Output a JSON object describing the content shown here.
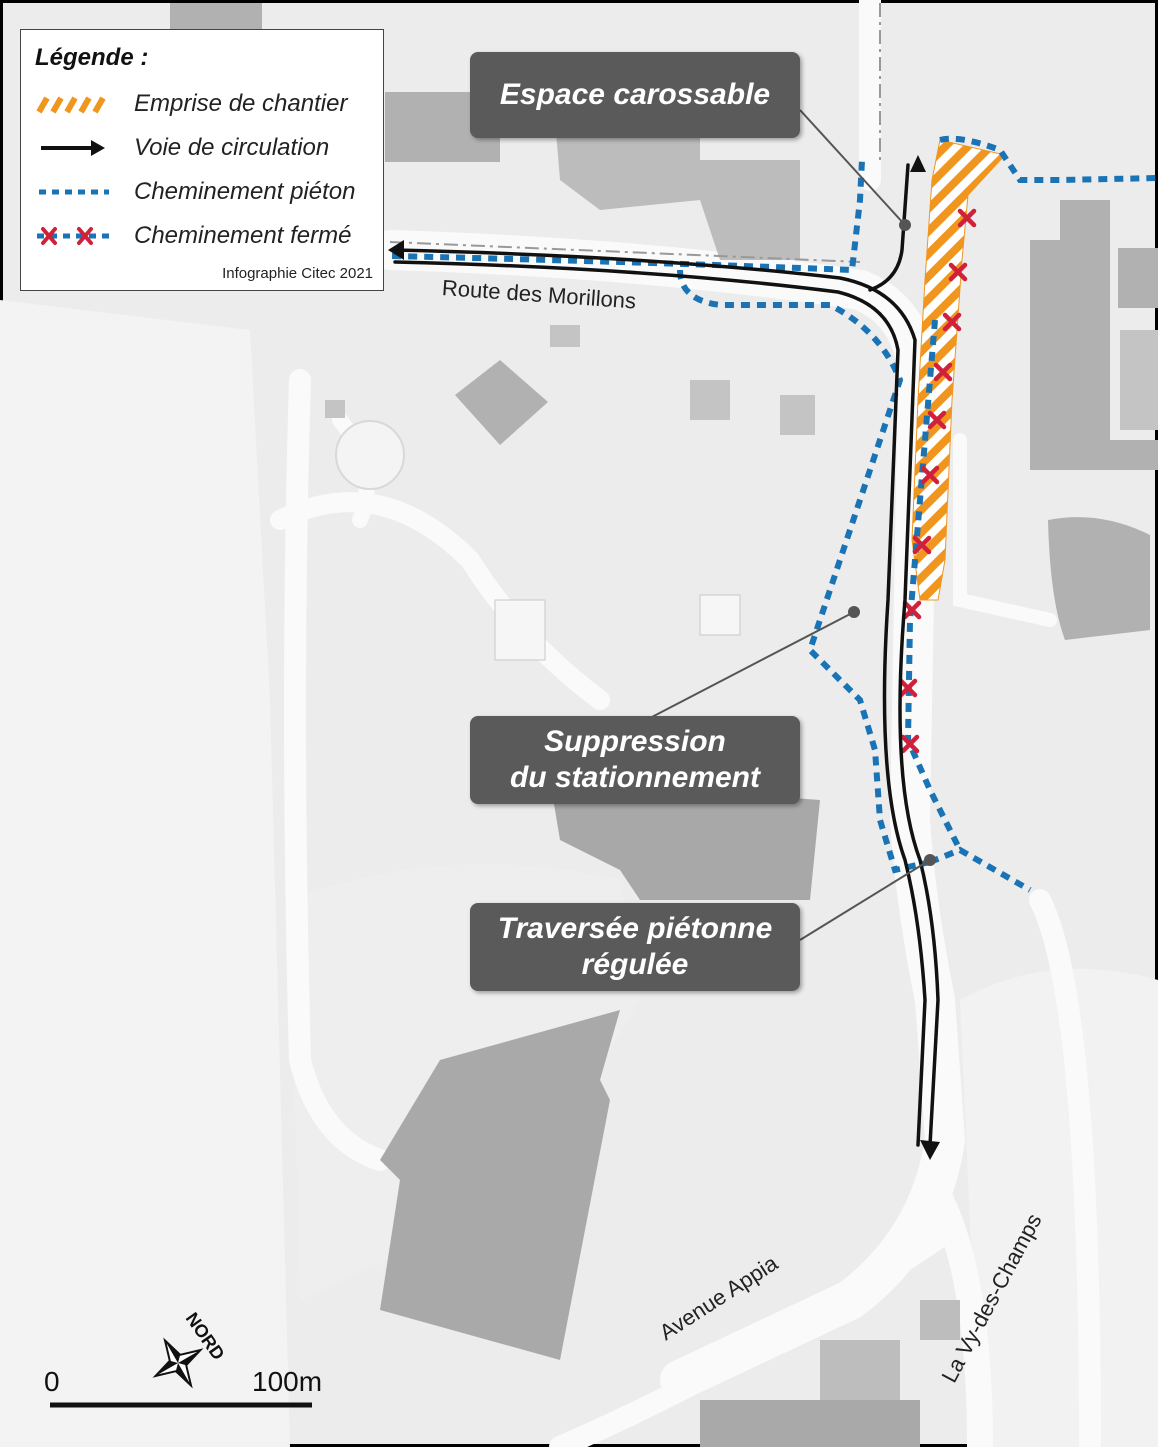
{
  "legend": {
    "title": "Légende :",
    "items": [
      {
        "label": "Emprise de chantier",
        "symbol": "orange-hatch-icon",
        "color": "#f0961e"
      },
      {
        "label": "Voie de circulation",
        "symbol": "black-arrow-icon",
        "color": "#111111"
      },
      {
        "label": "Cheminement piéton",
        "symbol": "blue-dotted-line-icon",
        "color": "#1a73b5"
      },
      {
        "label": "Cheminement fermé",
        "symbol": "red-cross-line-icon",
        "color": "#d0203a"
      }
    ],
    "credit": "Infographie Citec 2021"
  },
  "callouts": {
    "espace": "Espace carossable",
    "suppression": [
      "Suppression",
      "du stationnement"
    ],
    "traversee": [
      "Traversée piétonne",
      "régulée"
    ]
  },
  "streets": {
    "morillons": "Route des Morillons",
    "appia": "Avenue Appia",
    "vy_des_champs": "La Vy-des-Champs"
  },
  "compass": {
    "label": "NORD",
    "icon": "compass-rose-icon"
  },
  "scale": {
    "start": "0",
    "end": "100m"
  },
  "colors": {
    "map_bg": "#ececec",
    "building": "#b1b1b1",
    "road": "#f8f8f8",
    "callout": "#5a5a5a"
  }
}
